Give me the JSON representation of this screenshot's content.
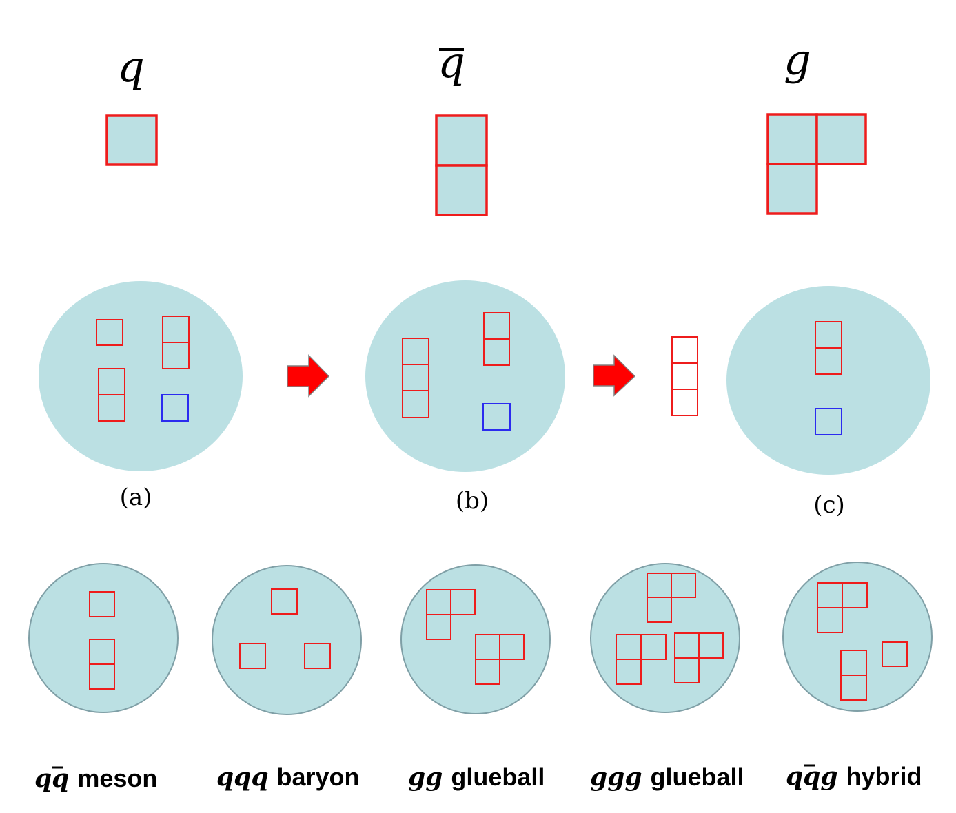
{
  "colors": {
    "disk_fill": "#bbe0e3",
    "disk_edge": "#7f9fa6",
    "box_red": "#ee1c1c",
    "box_blue": "#2b2bef",
    "arrow_red": "#ff0000",
    "arrow_edge": "#808080"
  },
  "symbols": {
    "quark": "q",
    "antiquark": "q",
    "gluon": "g"
  },
  "panels": {
    "a": "(a)",
    "b": "(b)",
    "c": "(c)"
  },
  "states": [
    {
      "symbol": "qq̄",
      "symbol_parts": [
        "q",
        "q"
      ],
      "label": "meson"
    },
    {
      "symbol": "qqq",
      "symbol_parts": [
        "qqq"
      ],
      "label": "baryon"
    },
    {
      "symbol": "gg",
      "symbol_parts": [
        "gg"
      ],
      "label": "glueball"
    },
    {
      "symbol": "ggg",
      "symbol_parts": [
        "ggg"
      ],
      "label": "glueball"
    },
    {
      "symbol": "qq̄g",
      "symbol_parts": [
        "q",
        "q",
        "g"
      ],
      "label": "hybrid"
    }
  ]
}
